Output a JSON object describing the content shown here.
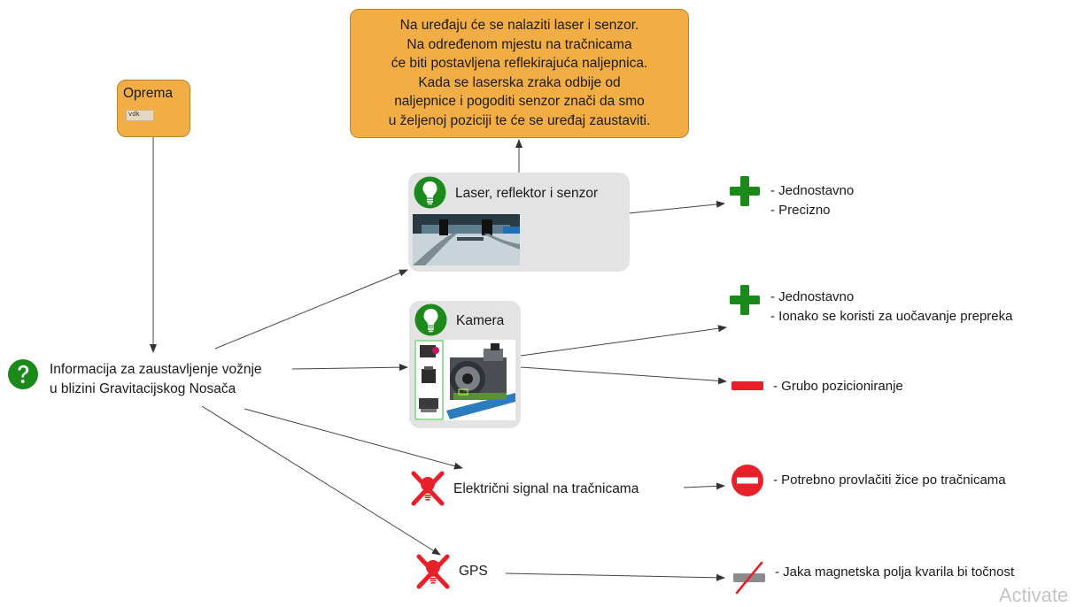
{
  "note": {
    "text": "Na uređaju će se nalaziti laser i senzor.\nNa određenom mjestu na tračnicama\nće biti postavljena reflekirajuća naljepnica.\nKada se laserska zraka odbije od\nnaljepnice i pogoditi senzor znači da smo\nu željenoj poziciji te će se uređaj zaustaviti."
  },
  "oprema": {
    "title": "Oprema",
    "tag": "vdk"
  },
  "root": {
    "label": "Informacija za zaustavljenje vožnje\nu blizini Gravitacijskog Nosača"
  },
  "options": {
    "laser": {
      "label": "Laser, reflektor i senzor"
    },
    "kamera": {
      "label": "Kamera"
    },
    "signal": {
      "label": "Električni signal na tračnicama"
    },
    "gps": {
      "label": "GPS"
    }
  },
  "outcomes": {
    "laser_pro": "- Jednostavno\n- Precizno",
    "kamera_pro": "- Jednostavno\n- Ionako se koristi za uočavanje prepreka",
    "kamera_con": "- Grubo pozicioniranje",
    "signal_con": "- Potrebno provlačiti žice po tračnicama",
    "gps_con": "- Jaka magnetska polja kvarila bi točnost"
  },
  "watermark": "Activate",
  "colors": {
    "note_fill": "#f2ae45",
    "green": "#1b8a1b",
    "red": "#e8202a",
    "box_gray": "#e3e3e3"
  },
  "icons": {
    "question": "question-circle-icon",
    "idea": "lightbulb-icon",
    "rejected": "crossed-lightbulb-icon",
    "pro": "plus-icon",
    "con": "minus-icon",
    "blocker": "no-entry-icon",
    "void": "crossed-minus-icon"
  }
}
